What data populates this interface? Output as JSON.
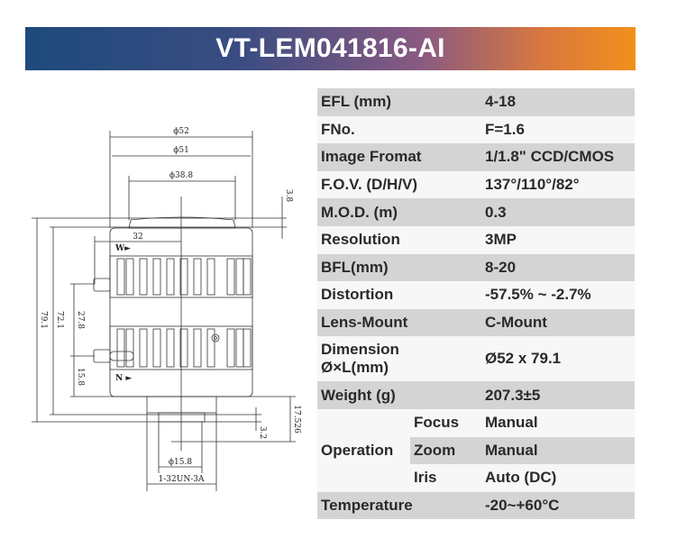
{
  "title": "VT-LEM041816-AI",
  "drawing": {
    "dims": {
      "d52": "ϕ52",
      "d51": "ϕ51",
      "d388": "ϕ38.8",
      "h38": "3.8",
      "w32": "32",
      "l791": "79.1",
      "l721": "72.1",
      "l278": "27.8",
      "l158": "15.8",
      "l17526": "17.526",
      "l32": "3.2",
      "d158": "ϕ15.8",
      "thread": "1-32UN-3A"
    },
    "marks": {
      "wide": "W►",
      "near": "N ►"
    }
  },
  "specs": [
    {
      "label": "EFL (mm)",
      "value": "4-18"
    },
    {
      "label": "FNo.",
      "value": "F=1.6"
    },
    {
      "label": "Image Fromat",
      "value": "1/1.8\" CCD/CMOS"
    },
    {
      "label": "F.O.V.  (D/H/V)",
      "value": "137°/110°/82°"
    },
    {
      "label": "M.O.D. (m)",
      "value": "0.3"
    },
    {
      "label": "Resolution",
      "value": "3MP"
    },
    {
      "label": "BFL(mm)",
      "value": "8-20"
    },
    {
      "label": "Distortion",
      "value": "-57.5%  ~  -2.7%"
    },
    {
      "label": "Lens-Mount",
      "value": "C-Mount"
    },
    {
      "label": "Dimension\nØ×L(mm)",
      "value": "Ø52 x 79.1"
    },
    {
      "label": "Weight (g)",
      "value": "207.3±5"
    }
  ],
  "operation": {
    "label": "Operation",
    "rows": [
      {
        "sub": "Focus",
        "value": "Manual"
      },
      {
        "sub": "Zoom",
        "value": "Manual"
      },
      {
        "sub": "Iris",
        "value": "Auto (DC)"
      }
    ]
  },
  "temperature": {
    "label": "Temperature",
    "value": "-20~+60°C"
  }
}
